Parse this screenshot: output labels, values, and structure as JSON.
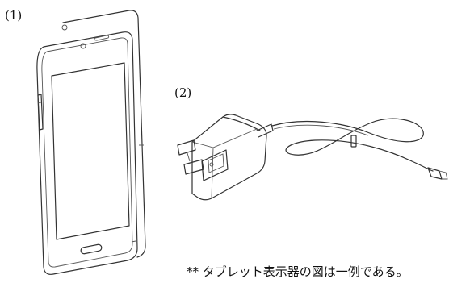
{
  "labels": {
    "item1": "(1)",
    "item2": "(2)"
  },
  "caption": "** タブレット表示器の図は一例である。",
  "colors": {
    "line": "#333333",
    "background": "#ffffff"
  }
}
